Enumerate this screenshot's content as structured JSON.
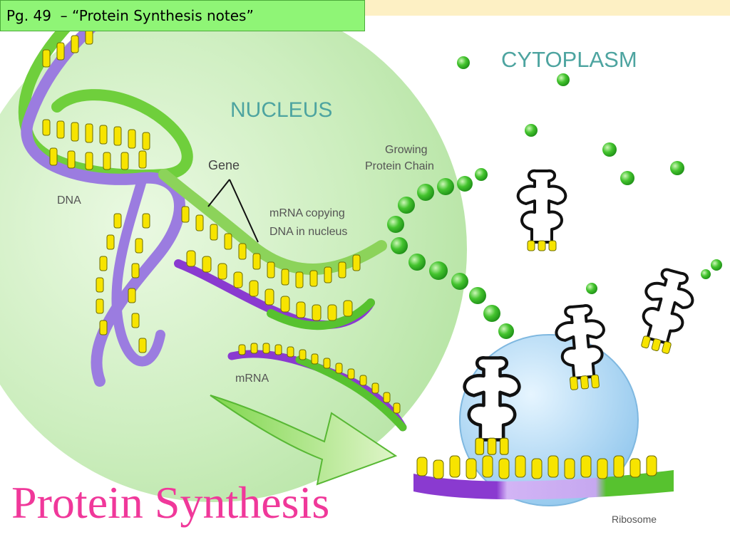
{
  "header": {
    "text": "Pg. 49  – “Protein Synthesis notes”"
  },
  "title": "Protein Synthesis",
  "labels": {
    "cytoplasm": "CYTOPLASM",
    "nucleus": "NUCLEUS",
    "gene": "Gene",
    "growing_line1": "Growing",
    "growing_line2": "Protein Chain",
    "dna": "DNA",
    "mrna_copy_line1": "mRNA copying",
    "mrna_copy_line2": "DNA in nucleus",
    "mrna": "mRNA",
    "ribosome": "Ribosome"
  },
  "colors": {
    "nucleus_green": "#c3ecb3",
    "dna_purple": "#9b7ce0",
    "dna_green": "#6fcf3c",
    "base_yellow": "#f7e400",
    "amino_green": "#3fc22c",
    "ribosome_blue": "#a6d6f5",
    "title_pink": "#f0389a",
    "header_green": "#8ff576",
    "label_gray": "#555555",
    "nucleus_label": "#4da4a0"
  }
}
